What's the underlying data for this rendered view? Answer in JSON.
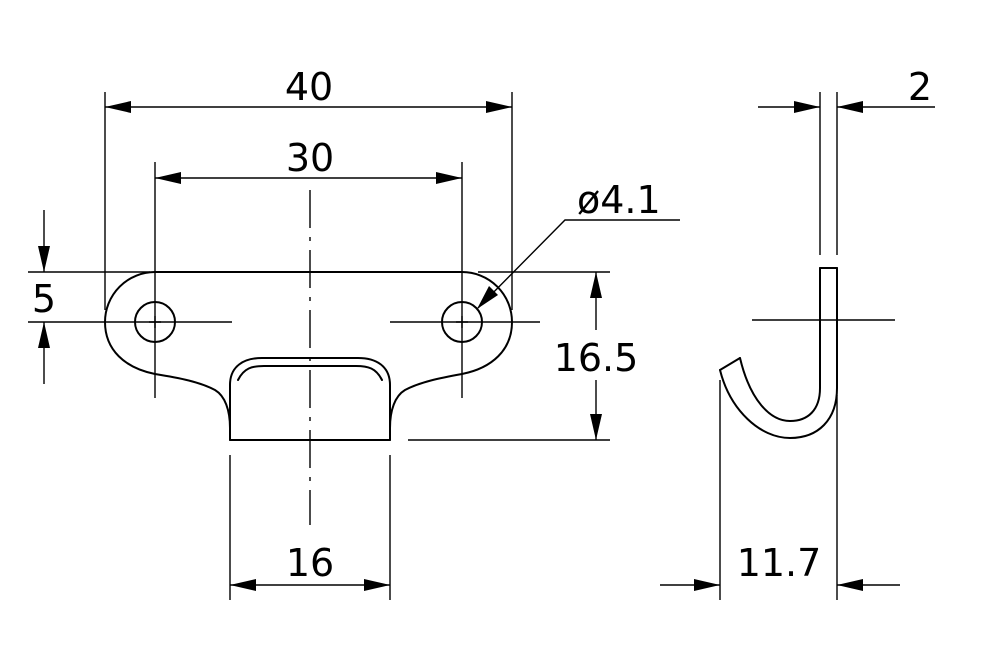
{
  "drawing": {
    "dimensions": {
      "overall_width": "40",
      "hole_spacing": "30",
      "hole_diameter": "ø4.1",
      "hole_offset": "5",
      "height": "16.5",
      "loop_width": "16",
      "thickness": "2",
      "hook_depth": "11.7"
    }
  }
}
